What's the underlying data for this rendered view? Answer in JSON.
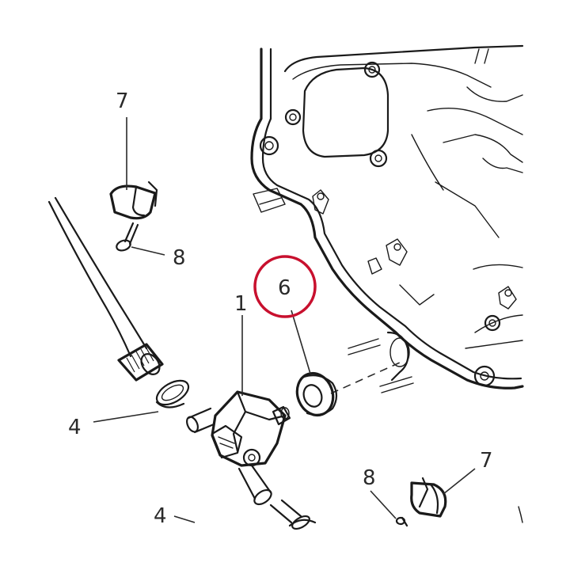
{
  "diagram": {
    "callouts": {
      "part_1": "1",
      "part_4_upper": "4",
      "part_4_lower": "4",
      "part_6": "6",
      "part_7_upper": "7",
      "part_7_lower": "7",
      "part_8_upper": "8",
      "part_8_lower": "8"
    },
    "highlight_color": "#c8102e",
    "highlighted_part": "6"
  }
}
